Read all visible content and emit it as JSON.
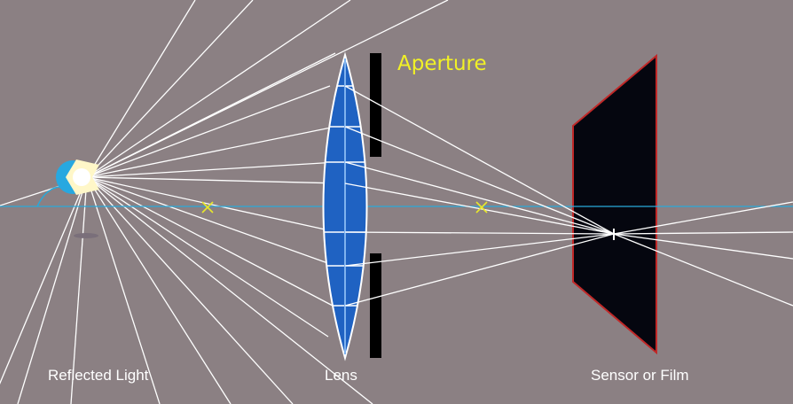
{
  "labels": {
    "aperture": "Aperture",
    "reflected_light": "Reflected Light",
    "lens": "Lens",
    "sensor": "Sensor or Film"
  },
  "colors": {
    "background": "#8b8083",
    "rays": "#ffffff",
    "optical_axis": "#29a9d9",
    "lens_fill": "#1f62c2",
    "focal_marker": "#e8e82a",
    "aperture_label": "#f1f126",
    "sensor_fill": "#05060f",
    "sensor_border": "#c02828"
  },
  "icons": {
    "light_source": "light-bulb-icon",
    "focal_point": "x-mark-icon"
  }
}
